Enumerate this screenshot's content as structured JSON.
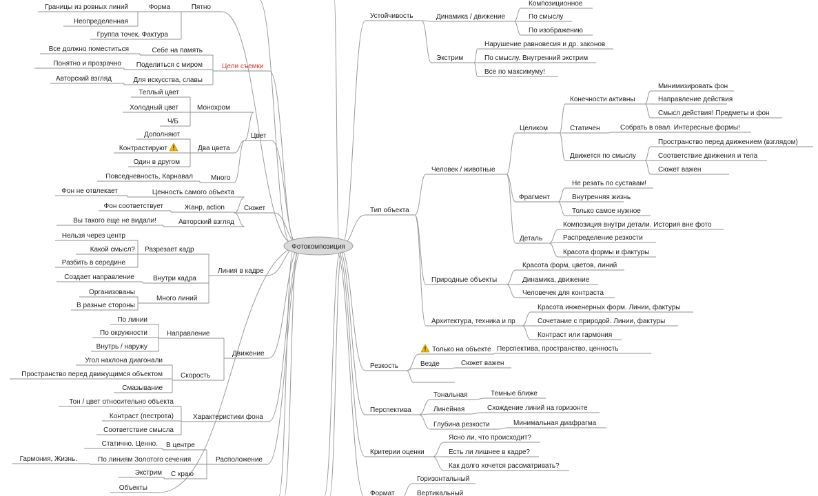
{
  "center": "Фотокомпозиция",
  "colors": {
    "highlight": "#e0302b",
    "warning": "#f2b705",
    "center_fill": "#d9d9d9"
  },
  "left": {
    "partial_top": {
      "items": [
        "Границы из ровных линий",
        "Неопределенная",
        "Группа точек, Фактура"
      ],
      "form": "Форма",
      "spot": "Пятно"
    },
    "goals": {
      "label": "Цели съемки",
      "items": [
        {
          "label": "Себе на память",
          "leaf": "Все должно поместиться"
        },
        {
          "label": "Поделиться с миром",
          "leaf": "Понятно и прозрачно"
        },
        {
          "label": "Для искусства, славы",
          "leaf": "Авторский взгляд"
        }
      ]
    },
    "color": {
      "label": "Цвет",
      "mono": {
        "label": "Монохром",
        "items": [
          "Теплый цвет",
          "Холодный цвет",
          "Ч/Б"
        ]
      },
      "two": {
        "label": "Два цвета",
        "items": [
          "Дополняют",
          "Контрастируют",
          "Один в другом"
        ]
      },
      "many": {
        "label": "Много",
        "leaf": "Повседневность, Карнавал"
      }
    },
    "plot": {
      "label": "Сюжет",
      "items": [
        {
          "label": "Ценность самого объекта",
          "leaf": "Фон не отвлекает"
        },
        {
          "label": "Жанр, action",
          "leaf": "Фон соответствует"
        },
        {
          "label": "Авторский взгляд",
          "leaf": "Вы такого еще не видали!"
        }
      ]
    },
    "line": {
      "label": "Линия в кадре",
      "cut": {
        "label": "Разрезает кадр",
        "items": [
          "Нельзя через центр",
          "Какой смысл?",
          "Разбить в середине"
        ]
      },
      "inside": {
        "label": "Внутри кадра",
        "leaf": "Создает направление"
      },
      "many": {
        "label": "Много линий",
        "items": [
          "Организованы",
          "В разные стороны"
        ]
      }
    },
    "motion": {
      "label": "Движение",
      "direction": {
        "label": "Направление",
        "items": [
          "По линии",
          "По окружности",
          "Внутрь / наружу"
        ]
      },
      "speed": {
        "label": "Скорость",
        "items": [
          "Угол наклона диагонали",
          "Пространство перед движущимся объектом",
          "Смазывание"
        ]
      }
    },
    "background": {
      "label": "Характеристики фона",
      "items": [
        "Тон / цвет относительно объекта",
        "Контраст (пестрота)",
        "Соответствие смысла"
      ]
    },
    "placement": {
      "label": "Расположение",
      "center": {
        "label": "В центре",
        "leaf": "Статично. Ценно."
      },
      "golden": {
        "label": "По линиям Золотого сечения",
        "leaf": "Гармония, Жизнь."
      },
      "edge": {
        "label": "С краю",
        "leaf": "Экстрим"
      }
    },
    "bottom_partial": "Объекты"
  },
  "right": {
    "stability": {
      "label": "Устойчивость",
      "dynamics": {
        "label": "Динамика / движение",
        "items": [
          "Композиционное",
          "По смыслу",
          "По изображению"
        ]
      },
      "extreme": {
        "label": "Экстрим",
        "items": [
          "Нарушение равновесия и др. законов",
          "По смыслу. Внутренний экстрим",
          "Все по максимуму!"
        ]
      }
    },
    "object_type": {
      "label": "Тип объекта",
      "human": {
        "label": "Человек / животные",
        "whole": {
          "label": "Целиком",
          "active": {
            "label": "Конечности активны",
            "items": [
              "Минимизировать фон",
              "Направление действия",
              "Смысл действия! Предметы и фон"
            ]
          },
          "static": {
            "label": "Статичен",
            "leaf": "Собрать в овал. Интересные формы!"
          },
          "moving": {
            "label": "Движется по смыслу",
            "items": [
              "Пространство перед движением (взглядом)",
              "Соответствие движения и тела",
              "Сюжет важен"
            ]
          }
        },
        "fragment": {
          "label": "Фрагмент",
          "items": [
            "Не резать по суставам!",
            "Внутренняя жизнь",
            "Только самое нужное"
          ]
        },
        "detail": {
          "label": "Деталь",
          "items": [
            "Композиция внутри детали. История вне фото",
            "Распределение резкости",
            "Красота формы и фактуры"
          ]
        }
      },
      "nature": {
        "label": "Природные объекты",
        "items": [
          "Красота форм, цветов, линий",
          "Динамика, движение",
          "Человечек для контраста"
        ]
      },
      "arch": {
        "label": "Архитектура, техника и пр",
        "items": [
          "Красота инженерных форм. Линии, фактуры",
          "Сочетание с природой. Линии, фактуры",
          "Контраст или гармония"
        ]
      }
    },
    "sharpness": {
      "label": "Резкость",
      "only": {
        "label": "Только на объекте",
        "leaf": "Перспектива, пространство, ценность"
      },
      "everywhere": {
        "label": "Везде",
        "leaf": "Сюжет важен"
      }
    },
    "perspective": {
      "label": "Перспектива",
      "tonal": {
        "label": "Тональная",
        "leaf": "Темные ближе"
      },
      "linear": {
        "label": "Линейная",
        "leaf": "Схождение линий на горизонте"
      },
      "depth": {
        "label": "Глубина резкости",
        "leaf": "Минимальная диафрагма"
      }
    },
    "criteria": {
      "label": "Критерии оценки",
      "items": [
        "Ясно ли, что происходит?",
        "Есть ли лишнее в кадре?",
        "Как долго хочется рассматривать?"
      ]
    },
    "format": {
      "label": "Формат",
      "items": [
        "Горизонтальный",
        "Вертикальный"
      ]
    }
  }
}
